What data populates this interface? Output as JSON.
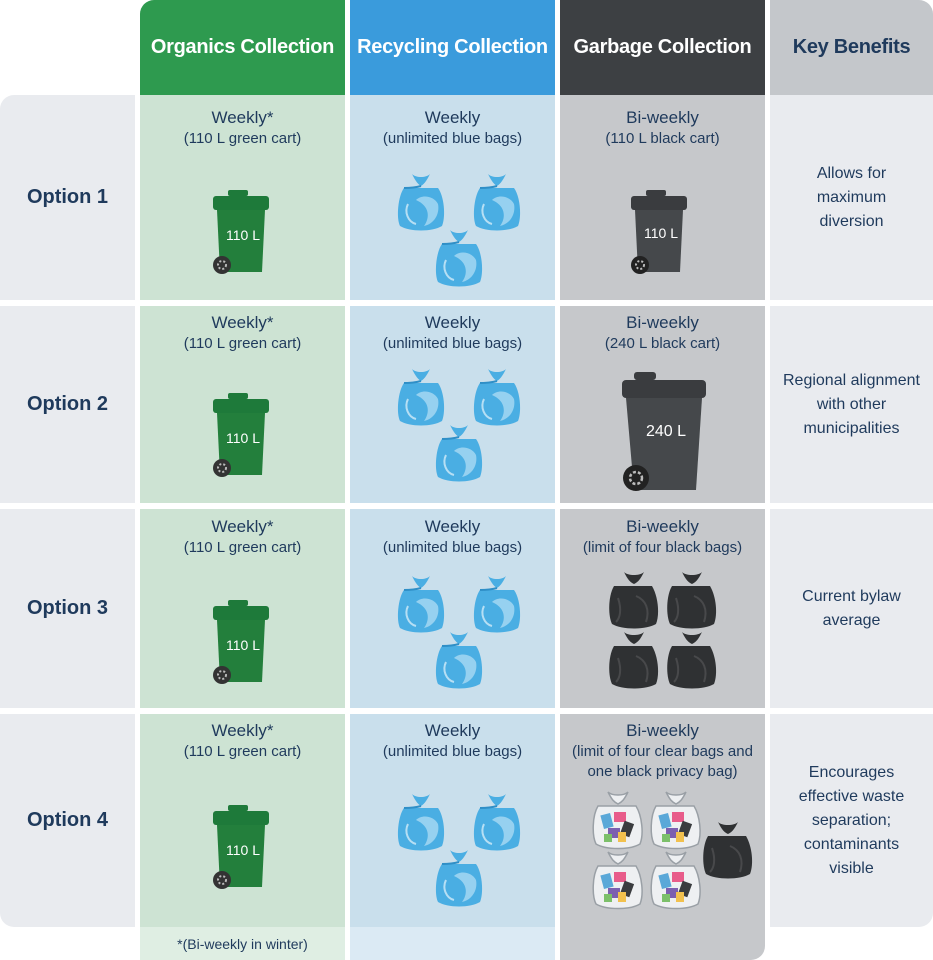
{
  "columns": {
    "organics": {
      "label": "Organics Collection",
      "color": "#2e9a4f"
    },
    "recycling": {
      "label": "Recycling Collection",
      "color": "#3a9bdc"
    },
    "garbage": {
      "label": "Garbage Collection",
      "color": "#3d4043"
    },
    "benefits": {
      "label": "Key Benefits",
      "color": "#c4c7cb"
    }
  },
  "options": [
    {
      "label": "Option 1",
      "organics": {
        "freq": "Weekly*",
        "detail": "(110 L green cart)",
        "cart_label": "110 L"
      },
      "recycling": {
        "freq": "Weekly",
        "detail": "(unlimited blue bags)"
      },
      "garbage": {
        "freq": "Bi-weekly",
        "detail": "(110 L black cart)",
        "cart_label": "110 L"
      },
      "benefit": "Allows for maximum diversion"
    },
    {
      "label": "Option 2",
      "organics": {
        "freq": "Weekly*",
        "detail": "(110 L green cart)",
        "cart_label": "110 L"
      },
      "recycling": {
        "freq": "Weekly",
        "detail": "(unlimited blue bags)"
      },
      "garbage": {
        "freq": "Bi-weekly",
        "detail": "(240 L black cart)",
        "cart_label": "240 L"
      },
      "benefit": "Regional alignment with other municipalities"
    },
    {
      "label": "Option 3",
      "organics": {
        "freq": "Weekly*",
        "detail": "(110 L green cart)",
        "cart_label": "110 L"
      },
      "recycling": {
        "freq": "Weekly",
        "detail": "(unlimited blue bags)"
      },
      "garbage": {
        "freq": "Bi-weekly",
        "detail": "(limit of four black bags)"
      },
      "benefit": "Current bylaw average"
    },
    {
      "label": "Option 4",
      "organics": {
        "freq": "Weekly*",
        "detail": "(110 L green cart)",
        "cart_label": "110 L"
      },
      "recycling": {
        "freq": "Weekly",
        "detail": "(unlimited blue bags)"
      },
      "garbage": {
        "freq": "Bi-weekly",
        "detail": "(limit of four clear bags and one black privacy bag)"
      },
      "benefit": "Encourages effective waste separation; contaminants visible"
    }
  ],
  "footnote": "*(Bi-weekly in winter)",
  "icons": {
    "green_cart": "green-cart-icon",
    "black_cart": "black-cart-icon",
    "blue_bag": "blue-bag-icon",
    "black_bag": "black-bag-icon",
    "clear_bag": "clear-bag-icon"
  }
}
